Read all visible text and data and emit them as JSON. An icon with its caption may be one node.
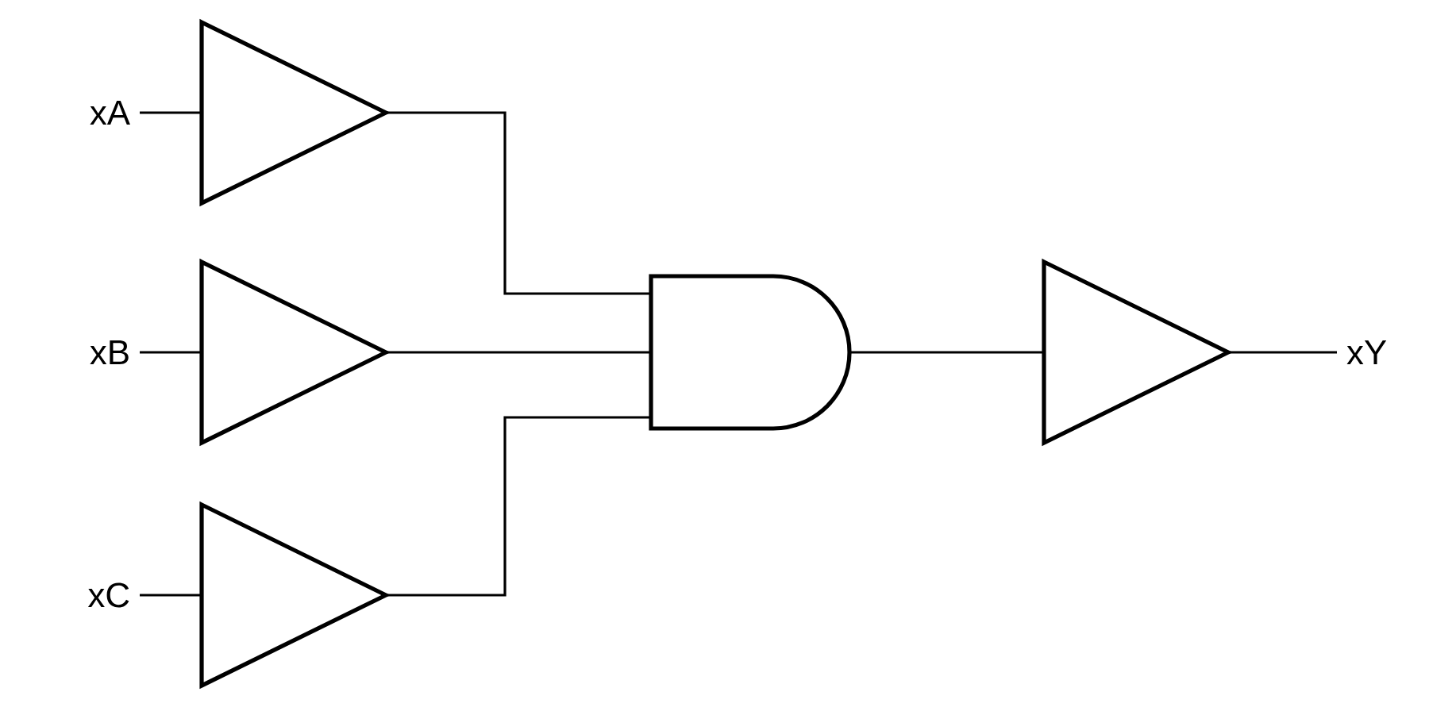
{
  "diagram": {
    "nodes": [
      {
        "text": [
          "xA"
        ]
      },
      {
        "text": [],
        "shape": "triangle"
      },
      {
        "text": [
          "xB"
        ]
      },
      {
        "text": [],
        "shape": "triangle"
      },
      {
        "text": [
          "xC"
        ]
      },
      {
        "text": [],
        "shape": "triangle"
      },
      {
        "text": [],
        "shape": "gate"
      },
      {
        "text": [],
        "shape": "triangle"
      },
      {
        "text": [
          "xY"
        ]
      }
    ],
    "edges": [
      {
        "from": 0,
        "to": 1,
        "arrow": "none"
      },
      {
        "from": 2,
        "to": 3,
        "arrow": "none"
      },
      {
        "from": 4,
        "to": 5,
        "arrow": "none"
      },
      {
        "from": 1,
        "to": 6,
        "arrow": "none"
      },
      {
        "from": 3,
        "to": 6,
        "arrow": "none"
      },
      {
        "from": 5,
        "to": 6,
        "arrow": "none"
      },
      {
        "from": 6,
        "to": 7,
        "arrow": "none"
      },
      {
        "from": 7,
        "to": 8,
        "arrow": "none"
      }
    ]
  }
}
